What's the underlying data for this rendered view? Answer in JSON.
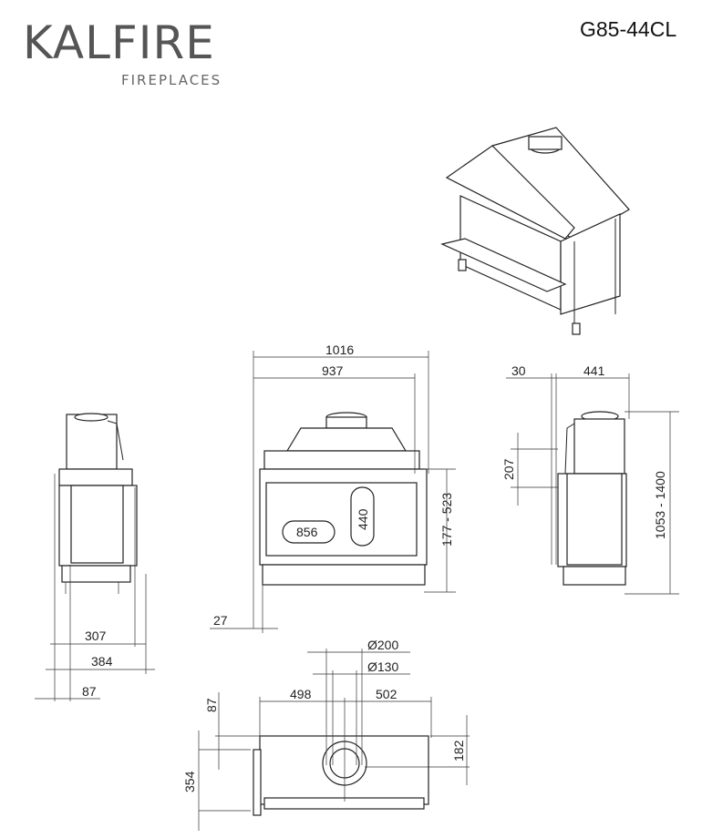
{
  "brand": {
    "name": "KALFIRE",
    "tagline": "FIREPLACES"
  },
  "model": "G85-44CL",
  "side_view_left": {
    "dims": [
      "307",
      "384",
      "87"
    ]
  },
  "front_view": {
    "overall_width": "1016",
    "inner_width": "937",
    "glass_width": "856",
    "glass_height": "440",
    "height_range": "177 - 523",
    "offset": "27"
  },
  "side_view_right": {
    "depth_offset": "30",
    "depth": "441",
    "flue_offset": "207",
    "total_height": "1053 - 1400"
  },
  "top_view": {
    "flue_outer": "Ø200",
    "flue_inner": "Ø130",
    "left": "498",
    "right": "502",
    "front_offset": "87",
    "depth": "354",
    "flue_center_depth": "182"
  }
}
